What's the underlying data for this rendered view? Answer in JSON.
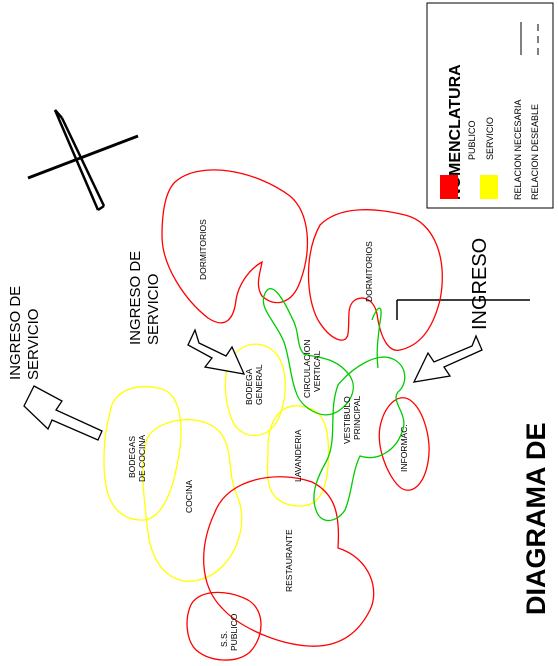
{
  "legend": {
    "title": "NOMENCLATURA",
    "publico": "PUBLICO",
    "servicio": "SERVICIO",
    "relacion_necesaria": "RELACION NECESARIA",
    "relacion_deseable": "RELACION DESEABLE",
    "publico_color": "#ff0000",
    "servicio_color": "#ffff00"
  },
  "title": "DIAGRAMA DE",
  "entrances": {
    "servicio_1": [
      "INGRESO DE",
      "SERVICIO"
    ],
    "servicio_2": [
      "INGRESO DE",
      "SERVICIO"
    ],
    "principal": "INGRESO"
  },
  "zones": {
    "dormitorios_1": "DORMITORIOS",
    "dormitorios_2": "DORMITORIOS",
    "bodega_general": [
      "BODEGA",
      "GENERAL"
    ],
    "circulacion_vertical": [
      "CIRCULACION",
      "VERTICAL"
    ],
    "vestibulo_principal": [
      "VESTIBULO",
      "PRINCIPAL"
    ],
    "lavanderia": "LAVANDERIA",
    "informac": "INFORMAC.",
    "bodegas_de_cocina": [
      "BODEGAS",
      "DE COCINA"
    ],
    "cocina": "COCINA",
    "restaurante": "RESTAURANTE",
    "ss_publico": [
      "S.S.",
      "PUBLICO"
    ]
  },
  "colors": {
    "red": "#ff0000",
    "yellow": "#ffff00",
    "green": "#00cc00"
  }
}
